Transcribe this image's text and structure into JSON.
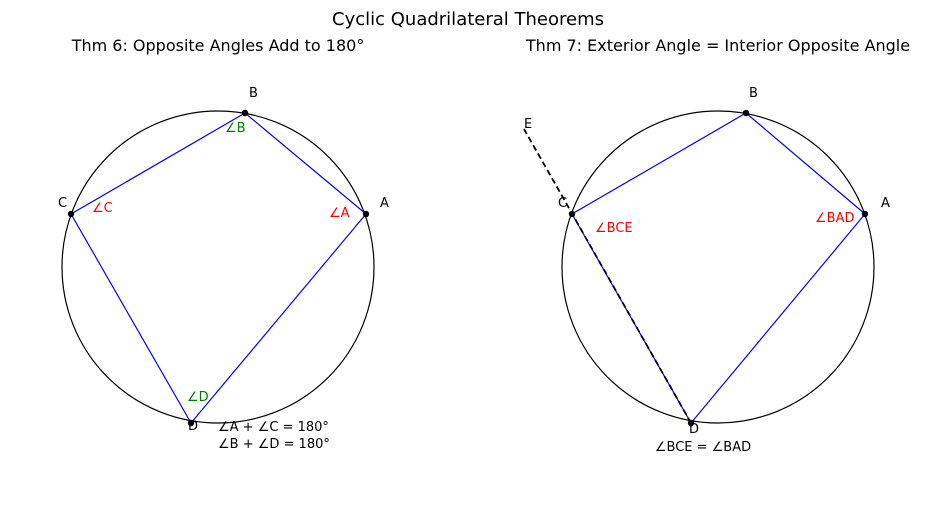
{
  "figure": {
    "title": "Cyclic Quadrilateral Theorems",
    "colors": {
      "circle": "#000000",
      "quad": "#0000ff",
      "red": "#ff0000",
      "green": "#008000",
      "extension": "#000000"
    }
  },
  "panels": [
    {
      "title": "Thm 6: Opposite Angles Add to 180°",
      "vertices": {
        "A": "A",
        "B": "B",
        "C": "C",
        "D": "D"
      },
      "angles": {
        "A": "∠A",
        "B": "∠B",
        "C": "∠C",
        "D": "∠D"
      },
      "notes": [
        "∠A + ∠C = 180°",
        "∠B + ∠D = 180°"
      ]
    },
    {
      "title": "Thm 7: Exterior Angle = Interior Opposite Angle",
      "vertices": {
        "A": "A",
        "B": "B",
        "C": "C",
        "D": "D",
        "E": "E"
      },
      "angles": {
        "exterior": "∠BCE",
        "interior": "∠BAD"
      },
      "notes": [
        "∠BCE = ∠BAD"
      ]
    }
  ]
}
